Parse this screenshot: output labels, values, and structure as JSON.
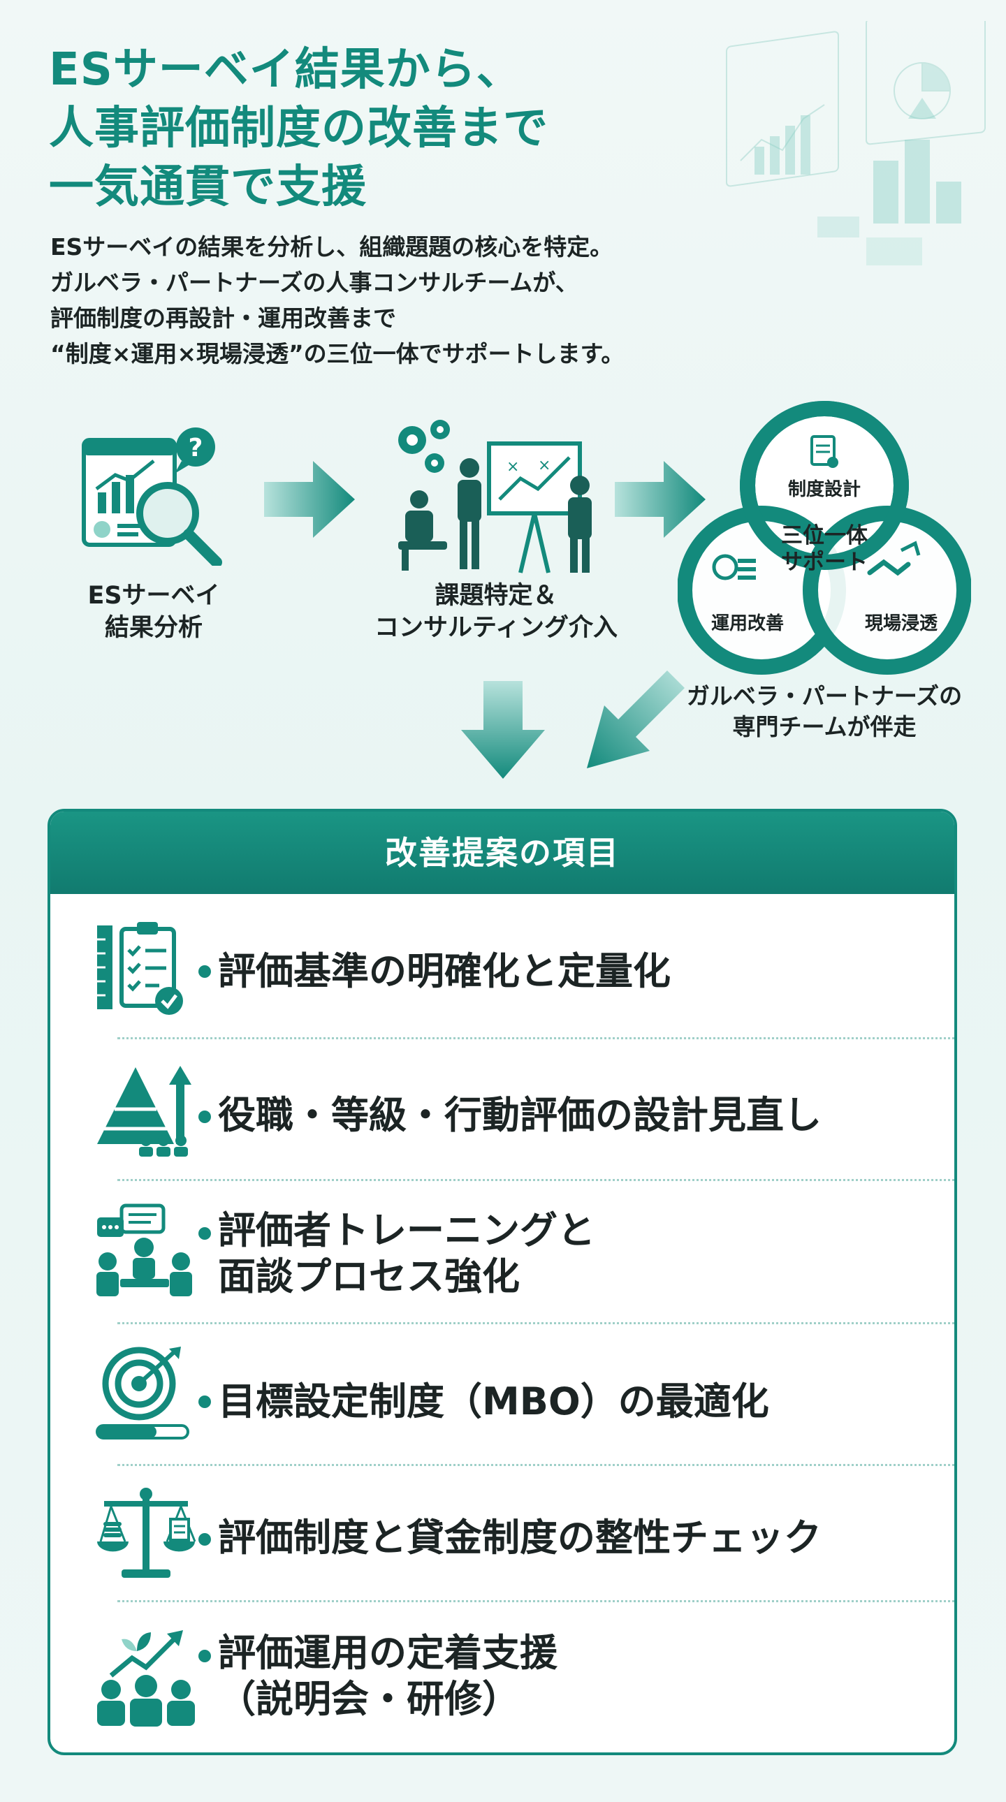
{
  "headline": {
    "lines": [
      "ESサーベイ結果から、",
      "人事評価制度の改善まで",
      "一気通貫で支援"
    ]
  },
  "intro": {
    "lines": [
      "ESサーベイの結果を分析し、組織題題の核心を特定。",
      "ガルベラ・パートナーズの人事コンサルチームが、",
      "評価制度の再設計・運用改善まで",
      "“制度×運用×現場浸透”の三位一体でサポートします。"
    ]
  },
  "flow": {
    "step1": {
      "line1": "ESサーベイ",
      "line2": "結果分析",
      "icon": "survey-analysis-icon"
    },
    "step2": {
      "line1": "課題特定＆",
      "line2": "コンサルティング介入",
      "icon": "consulting-meeting-icon"
    },
    "trinity": {
      "center_line1": "三位一体",
      "center_line2": "サポート",
      "top": "制度設計",
      "left": "運用改善",
      "right": "現場浸透",
      "caption_line1": "ガルベラ・パートナーズの",
      "caption_line2": "専門チームが伴走"
    }
  },
  "card": {
    "title": "改善提案の項目",
    "items": [
      {
        "line1": "評価基準の明確化と定量化",
        "line2": "",
        "icon": "checklist-icon"
      },
      {
        "line1": "役職・等級・行動評価の設計見直し",
        "line2": "",
        "icon": "pyramid-growth-icon"
      },
      {
        "line1": "評価者トレーニングと",
        "line2": "面談プロセス強化",
        "icon": "training-meeting-icon"
      },
      {
        "line1": "目標設定制度（MBO）の最適化",
        "line2": "",
        "icon": "target-icon"
      },
      {
        "line1": "評価制度と貸金制度の整性チェック",
        "line2": "",
        "icon": "balance-scale-icon"
      },
      {
        "line1": "評価運用の定着支援",
        "line2": "（説明会・研修）",
        "icon": "team-growth-icon"
      }
    ]
  },
  "colors": {
    "accent": "#138a7c",
    "accent_light": "#8fd3c8",
    "text": "#1c2424"
  }
}
